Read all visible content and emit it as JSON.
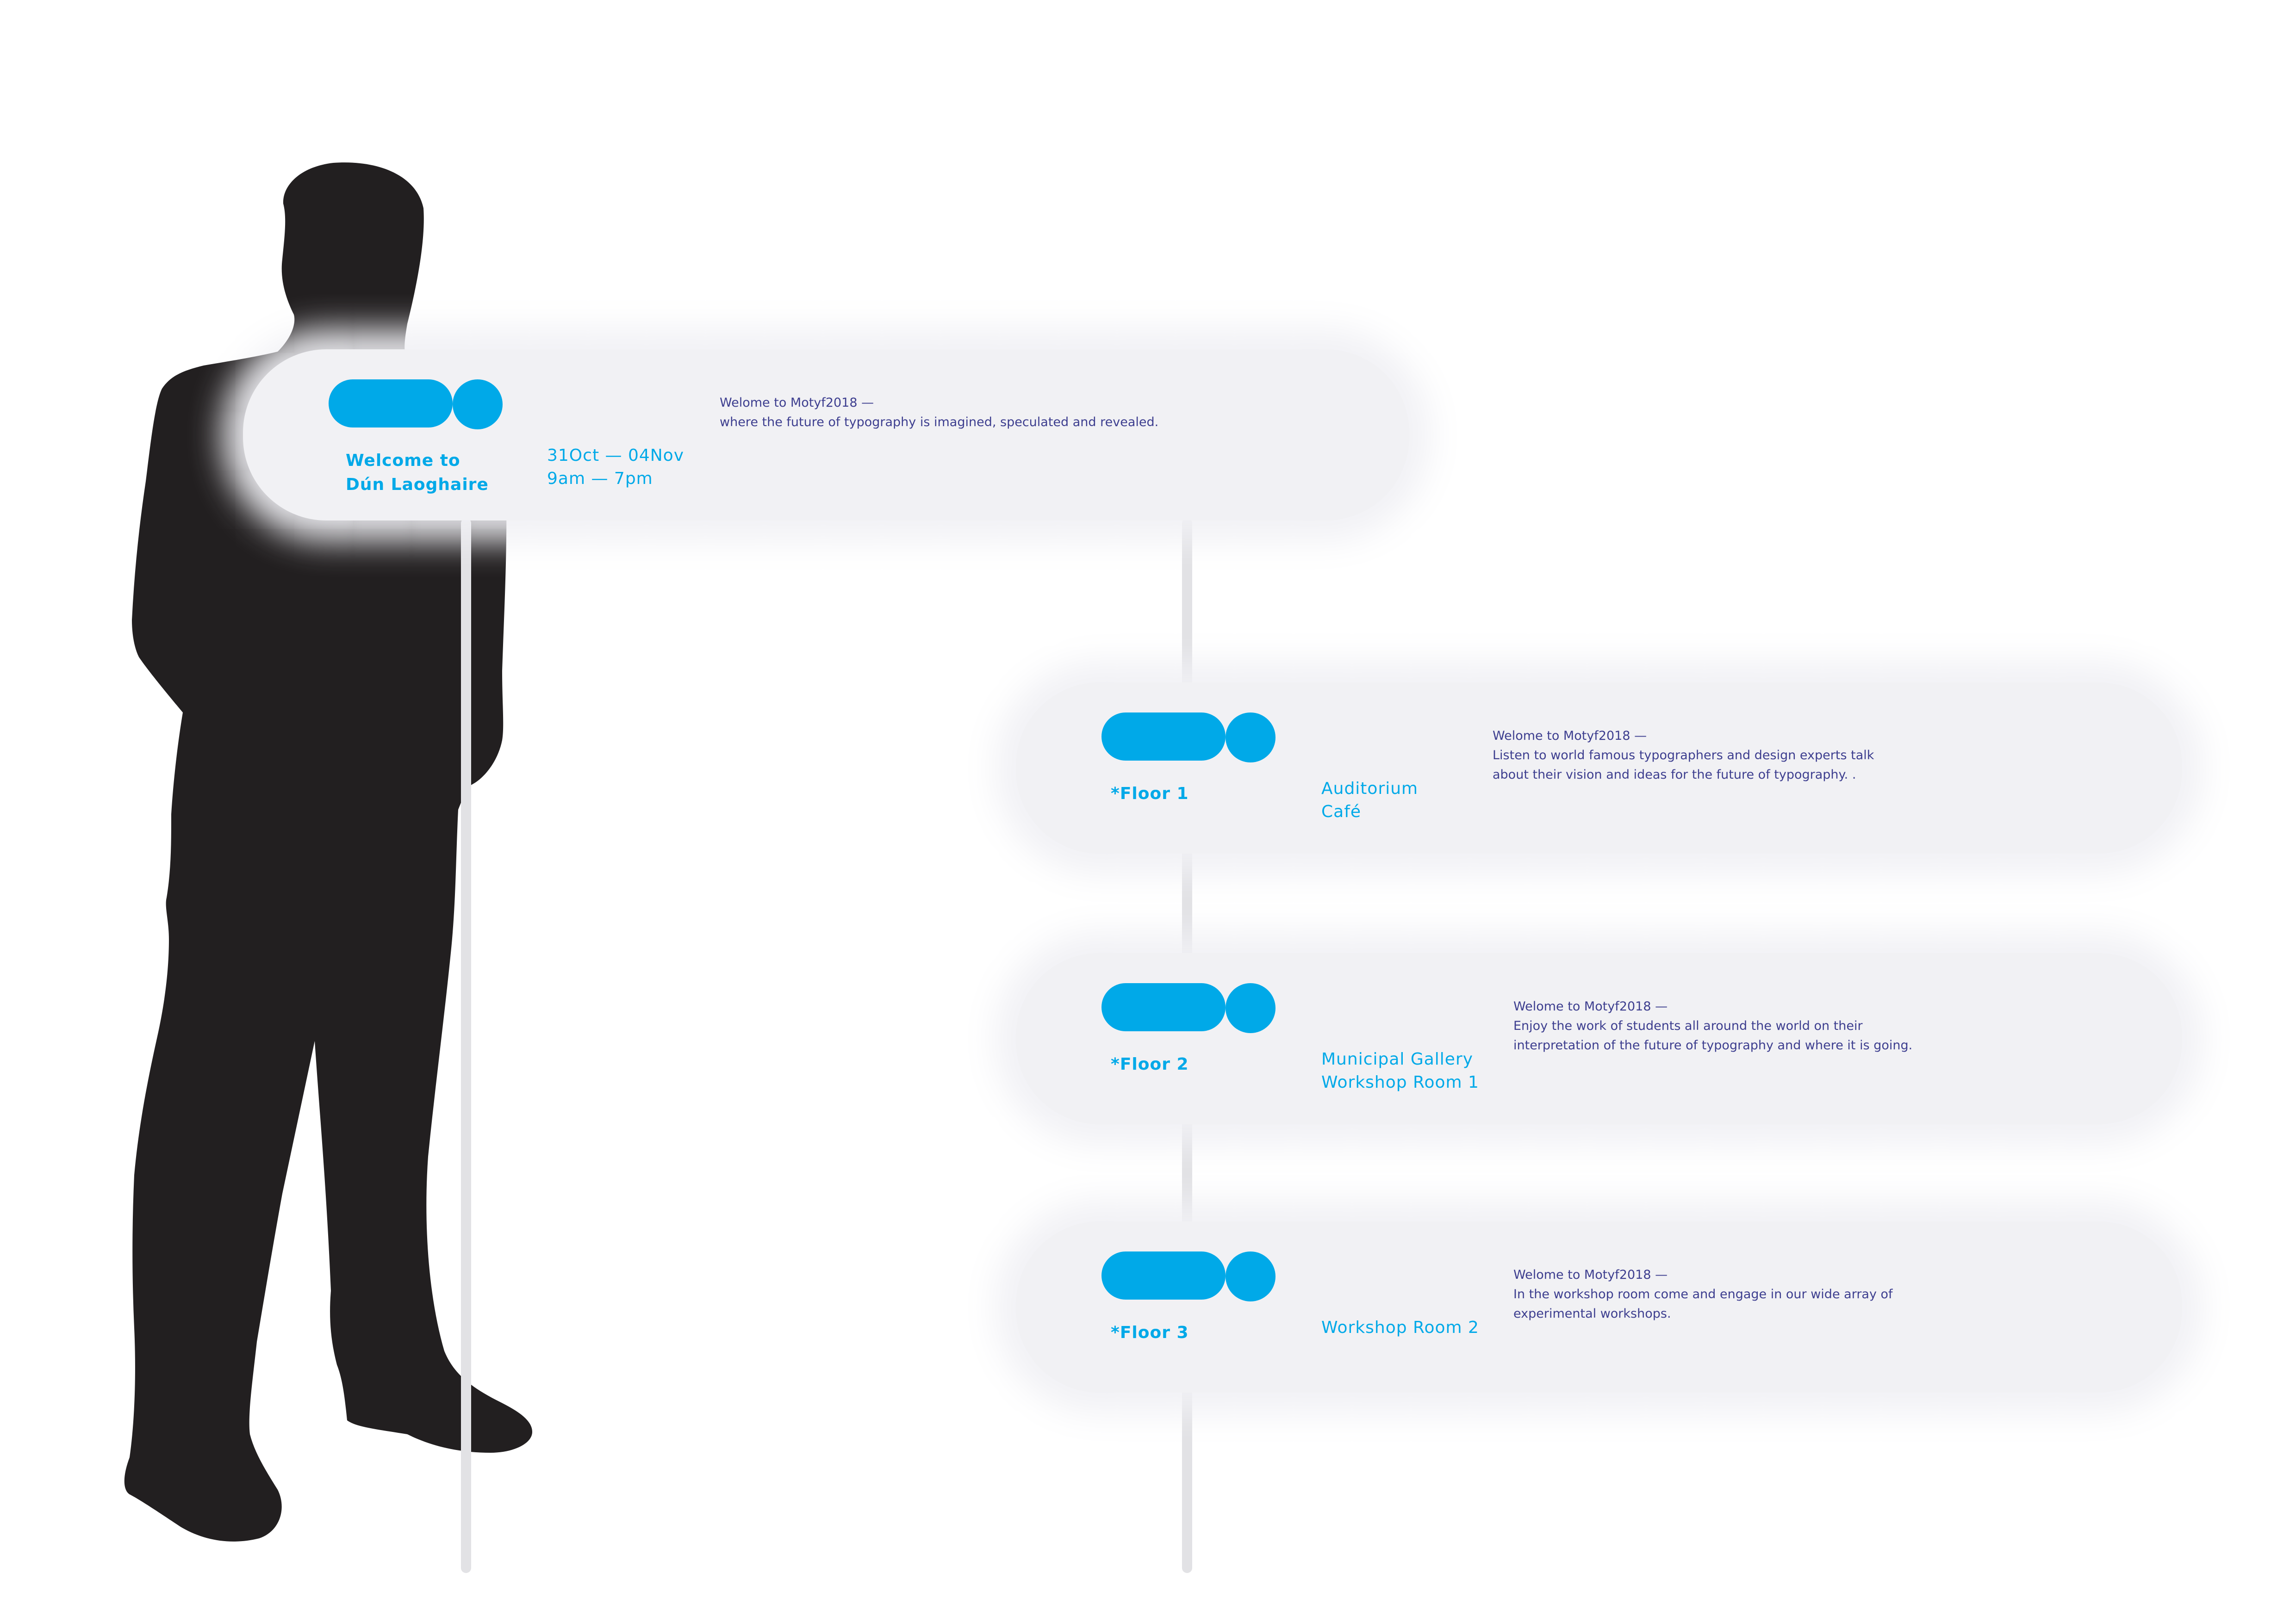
{
  "colors": {
    "accent": "#00a9e8",
    "text": "#3d3e8f",
    "sign_background": "#f1f1f4",
    "post": "#e2e2e5",
    "silhouette": "#221f20"
  },
  "icons": {
    "brand_mark": "pill-and-circle-logo",
    "person": "standing-man-silhouette"
  },
  "main_sign": {
    "title_line1": "Welcome to",
    "title_line2": "Dún Laoghaire",
    "dates": "31Oct — 04Nov",
    "hours": "9am — 7pm",
    "desc_line1": "Welome to Motyf2018 —",
    "desc_line2": "where the future of typography is imagined, speculated and revealed."
  },
  "floors": [
    {
      "label": "*Floor 1",
      "rooms": [
        "Auditorium",
        "Café"
      ],
      "desc": [
        "Welome to Motyf2018 —",
        "Listen to world famous typographers and design experts talk",
        "about their vision and ideas for the future of typography. ."
      ]
    },
    {
      "label": "*Floor 2",
      "rooms": [
        "Municipal Gallery",
        "Workshop Room 1"
      ],
      "desc": [
        "Welome to Motyf2018 —",
        "Enjoy the work of students all around the world on their",
        "interpretation of the future of typography  and where it is going."
      ]
    },
    {
      "label": "*Floor 3",
      "rooms": [
        "Workshop Room 2"
      ],
      "desc": [
        "Welome to Motyf2018 —",
        "In the workshop room come and engage in our wide array of",
        "experimental workshops."
      ]
    }
  ]
}
